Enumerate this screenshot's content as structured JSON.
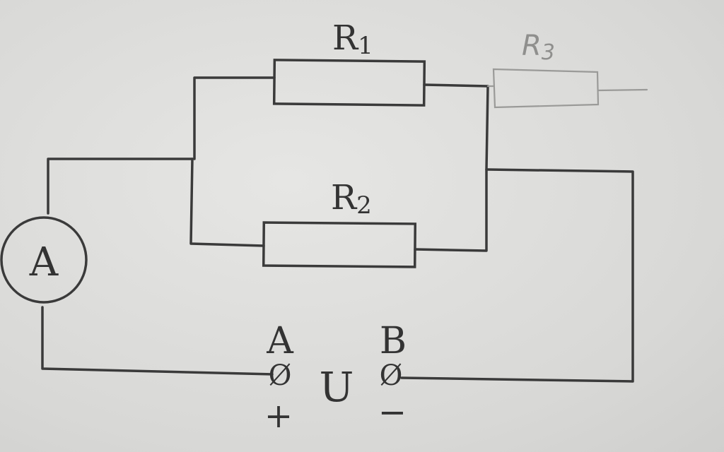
{
  "resistors": {
    "r1": {
      "name": "R",
      "sub": "1"
    },
    "r2": {
      "name": "R",
      "sub": "2"
    },
    "r3": {
      "name": "R",
      "sub": "3"
    }
  },
  "ammeter": {
    "label": "A"
  },
  "terminals": {
    "a": {
      "label": "A",
      "symbol": "Ø",
      "polarity": "+"
    },
    "b": {
      "label": "B",
      "symbol": "Ø",
      "polarity": "−"
    }
  },
  "source": {
    "label": "U"
  }
}
